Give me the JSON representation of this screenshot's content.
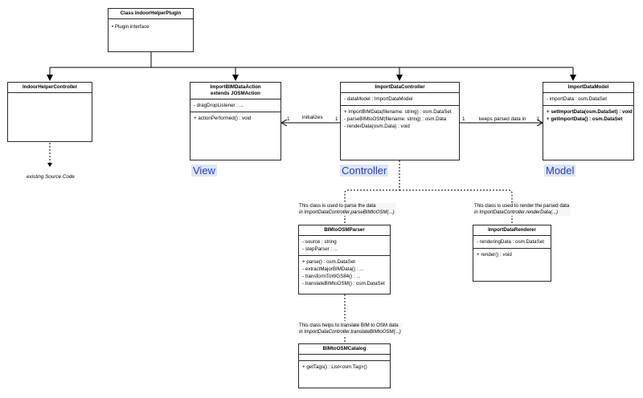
{
  "classes": {
    "plugin": {
      "title": "Class IndoorHelperPlugin",
      "body": [
        "• Plugin interface"
      ]
    },
    "helper_controller": {
      "title": "IndoorHelperController"
    },
    "import_action": {
      "title_line1": "ImportBIMDataAction",
      "title_line2": "extends JOSMAction",
      "attributes": [
        "- dragDropListener : ..."
      ],
      "methods": [
        "+ actionPerformed() : void"
      ]
    },
    "import_controller": {
      "title": "ImportDataController",
      "attributes": [
        "- dataModel : ImportDataModel"
      ],
      "methods": [
        "+ importBIMData(filename: string) : osm.DataSet",
        "- parseBIMtoOSM(filename: string) : osm.Data",
        "- renderData(osm.Data) : void"
      ]
    },
    "import_model": {
      "title": "ImportDataModel",
      "attributes": [
        "- importData : osm.DataSet"
      ],
      "methods": [
        "+ setImportData(osm.DataSet) : void",
        "+ getImportData() : osm.DataSet"
      ]
    },
    "parser": {
      "title": "BIMtoOSMParser",
      "attributes": [
        "- source : string",
        "- stepParser : ..."
      ],
      "methods": [
        "+ parse() : osm.DataSet",
        "- extractMajorBIMData() : ...",
        "- transformToWGS84() : ...",
        "- translateBIMtoOSM() : osm.DataSet"
      ]
    },
    "renderer": {
      "title": "ImportDataRenderer",
      "attributes": [
        "- renderingData : osm.DataSet"
      ],
      "methods": [
        "+ render() : void"
      ]
    },
    "catalog": {
      "title": "BIMtoOSMCatalog",
      "attributes": [],
      "methods": [
        "+ getTags() : List<osm.Tag>()"
      ]
    }
  },
  "labels": {
    "existing_source": "existing Source Code",
    "initializes": "initializes",
    "keeps_parsed": "keeps parsed data in",
    "mult_1a": "1",
    "mult_1b": "1",
    "mult_1c": "1",
    "mult_1d": "1"
  },
  "layers": {
    "view": "View",
    "controller": "Controller",
    "model": "Model"
  },
  "notes": {
    "parser_note": {
      "line1": "This class is used to parse the data",
      "line2": "in ImportDataController.parseBIMtoOSM(...)"
    },
    "renderer_note": {
      "line1": "This class is used to render the parsed data",
      "line2": "in ImportDataController.renderData(...)"
    },
    "catalog_note": {
      "line1": "This class helps to translate BIM to OSM data",
      "line2": "in ImportDataController.translateBIMtoOSM(...)"
    }
  },
  "colors": {
    "layer_text": "#2a3cc7",
    "layer_bg": "#dce6f8",
    "border": "#2b2b2b"
  }
}
